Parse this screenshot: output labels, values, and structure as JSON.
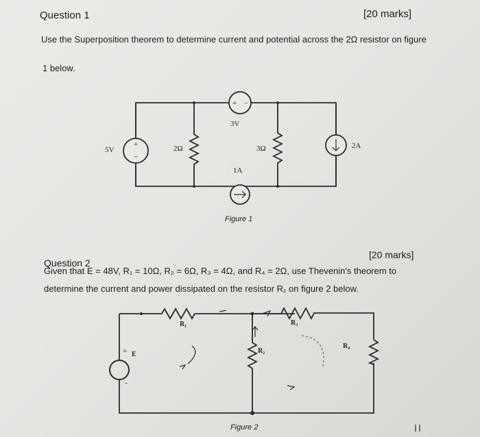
{
  "question1": {
    "title": "Question 1",
    "marks": "[20 marks]",
    "text_line1": "Use the Superposition theorem to determine current and potential across the 2Ω resistor on figure",
    "text_line2": "1 below.",
    "figure_caption": "Figure 1",
    "circuit": {
      "source_5v": "5V",
      "source_3v": "3V",
      "source_1a": "1A",
      "source_2a": "2A",
      "resistor_2": "2Ω",
      "resistor_3": "3Ω"
    }
  },
  "question2": {
    "title": "Question 2",
    "marks": "[20 marks]",
    "text_line1": "Given that E = 48V, R₁ = 10Ω, R₂ = 6Ω, R₃ = 4Ω, and R₄ = 2Ω, use Thevenin's theorem to",
    "text_line2": "determine the current and power dissipated on the resistor R₁ on figure 2 below.",
    "figure_caption": "Figure 2",
    "circuit": {
      "label_e": "E",
      "label_r1": "R₁",
      "label_r2": "R₂",
      "label_r3": "R₃",
      "label_r4": "R₄"
    }
  }
}
